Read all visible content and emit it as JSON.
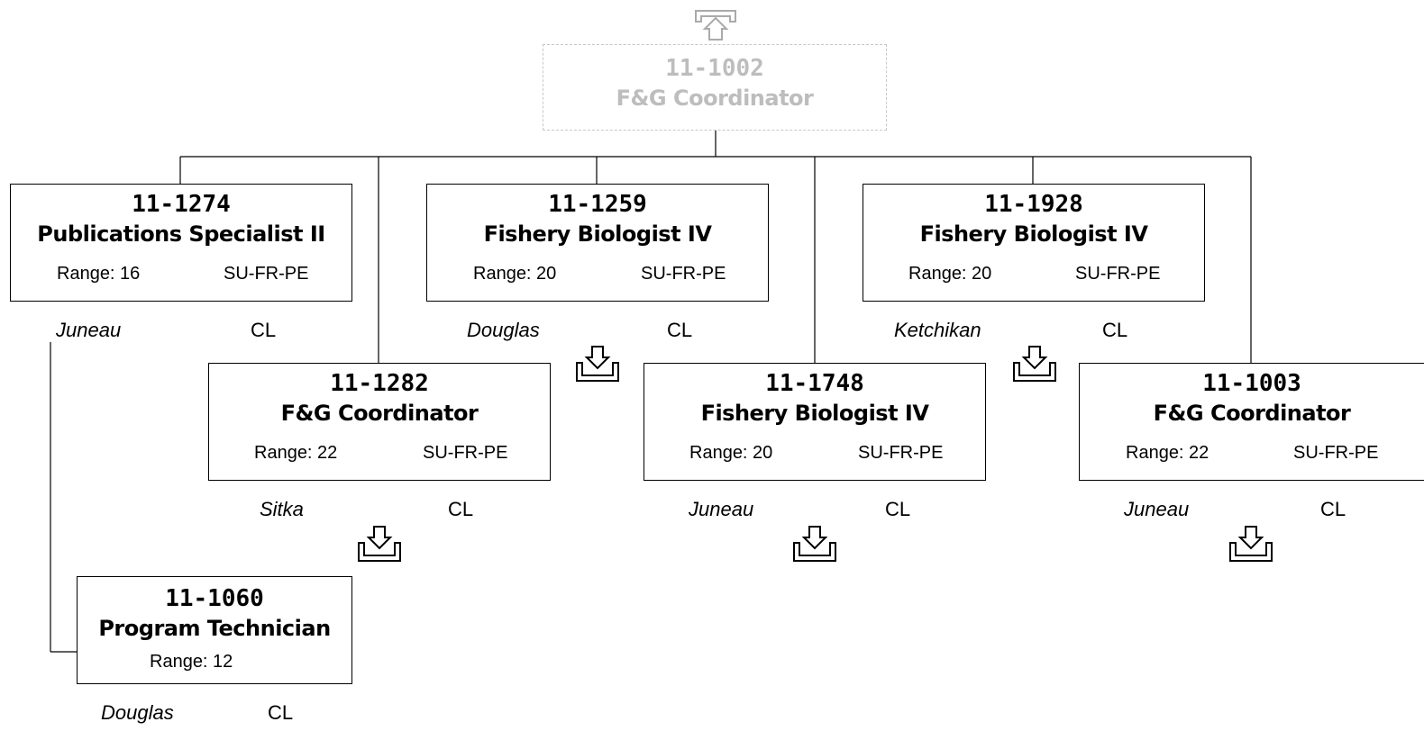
{
  "parent": {
    "id": "11-1002",
    "title": "F&G Coordinator"
  },
  "positions": [
    {
      "id": "11-1274",
      "title": "Publications Specialist II",
      "range": "Range: 16",
      "bargaining_unit": "SU-FR-PE",
      "location": "Juneau",
      "status": "CL"
    },
    {
      "id": "11-1259",
      "title": "Fishery Biologist IV",
      "range": "Range: 20",
      "bargaining_unit": "SU-FR-PE",
      "location": "Douglas",
      "status": "CL"
    },
    {
      "id": "11-1928",
      "title": "Fishery Biologist IV",
      "range": "Range: 20",
      "bargaining_unit": "SU-FR-PE",
      "location": "Ketchikan",
      "status": "CL"
    },
    {
      "id": "11-1282",
      "title": "F&G Coordinator",
      "range": "Range: 22",
      "bargaining_unit": "SU-FR-PE",
      "location": "Sitka",
      "status": "CL"
    },
    {
      "id": "11-1748",
      "title": "Fishery Biologist IV",
      "range": "Range: 20",
      "bargaining_unit": "SU-FR-PE",
      "location": "Juneau",
      "status": "CL"
    },
    {
      "id": "11-1003",
      "title": "F&G Coordinator",
      "range": "Range: 22",
      "bargaining_unit": "SU-FR-PE",
      "location": "Juneau",
      "status": "CL"
    },
    {
      "id": "11-1060",
      "title": "Program Technician",
      "range": "Range: 12",
      "bargaining_unit": "",
      "location": "Douglas",
      "status": "CL"
    }
  ],
  "icons": {
    "up": "navigate-up-icon",
    "down": "expand-subordinates-icon"
  },
  "colors": {
    "line": "#000000",
    "parent_text": "#bdbdbd",
    "parent_border": "#c8c8c8"
  }
}
